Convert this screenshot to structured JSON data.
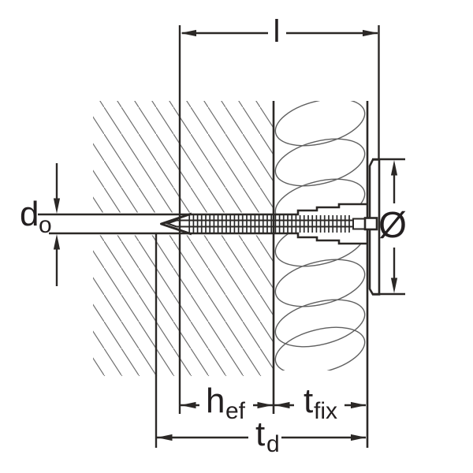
{
  "diagram": {
    "type": "technical-drawing",
    "labels": {
      "length": {
        "main": "l"
      },
      "drill_diameter": {
        "main": "d",
        "sub": "o"
      },
      "plate_diameter": {
        "main": "Ø"
      },
      "embedment_depth": {
        "main": "h",
        "sub": "ef"
      },
      "fixture_thickness": {
        "main": "t",
        "sub": "fix"
      },
      "drill_depth": {
        "main": "t",
        "sub": "d"
      }
    },
    "colors": {
      "outline": "#2b2826",
      "hatch": "#6e6e6e",
      "insulation": "#606060",
      "background": "#ffffff"
    }
  }
}
